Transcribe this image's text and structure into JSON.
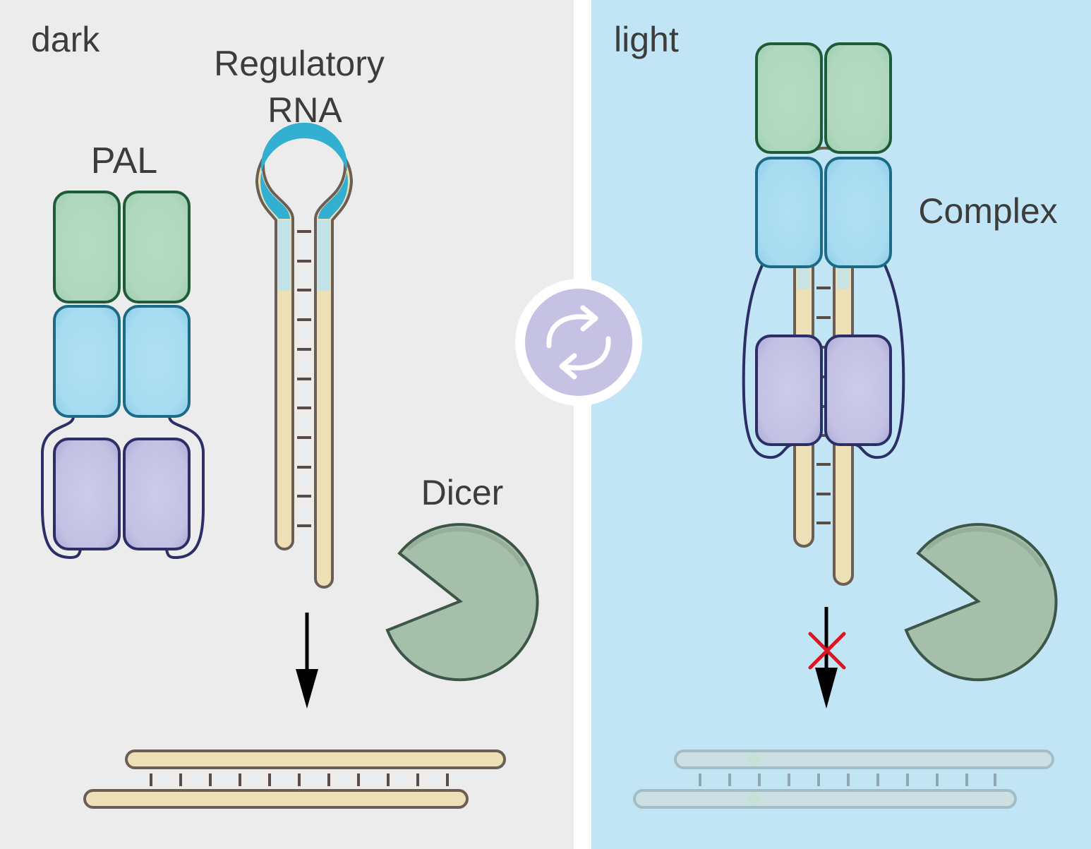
{
  "panels": {
    "dark": {
      "label": "dark",
      "background": "#ececec"
    },
    "light": {
      "label": "light",
      "background": "#c2e5f6"
    }
  },
  "labels": {
    "pal": "PAL",
    "regulatory_line1": "Regulatory",
    "regulatory_line2": "RNA",
    "dicer": "Dicer",
    "complex": "Complex"
  },
  "colors": {
    "green_fill": "#b2dac1",
    "green_stroke": "#1e5c37",
    "blue_fill": "#aadcf0",
    "blue_stroke": "#1d6a86",
    "purple_fill": "#c6c4e4",
    "purple_stroke": "#2b2f66",
    "rna_fill": "#ede0b7",
    "rna_stroke": "#6b5e55",
    "rna_loop": "#33afd1",
    "dicer_fill": "#a6bfaa",
    "dicer_stroke": "#3c5647",
    "switch_fill": "#c5c2e4",
    "block_mark": "#e0141f"
  },
  "icons": {
    "switch": "swap-arrows-icon",
    "blocked": "cross-mark-icon"
  }
}
